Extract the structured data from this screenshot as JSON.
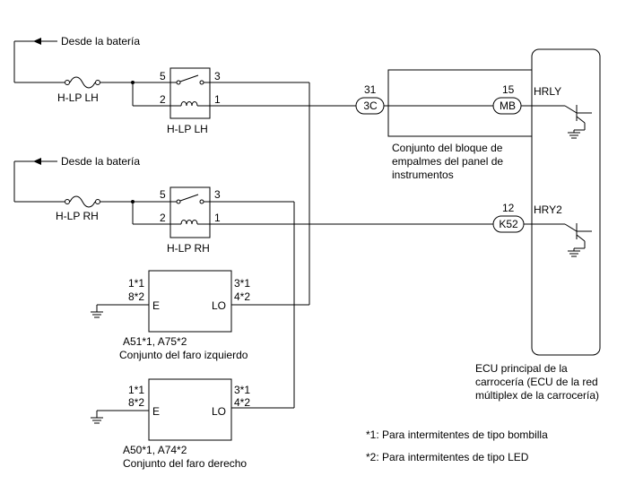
{
  "labels": {
    "from_battery_1": "Desde la batería",
    "from_battery_2": "Desde la batería",
    "fuse_lh": "H-LP LH",
    "fuse_rh": "H-LP RH",
    "relay_lh": "H-LP LH",
    "relay_rh": "H-LP RH",
    "relay_lh_pin5": "5",
    "relay_lh_pin2": "2",
    "relay_lh_pin3": "3",
    "relay_lh_pin1": "1",
    "relay_rh_pin5": "5",
    "relay_rh_pin2": "2",
    "relay_rh_pin3": "3",
    "relay_rh_pin1": "1",
    "conn_31_num": "31",
    "conn_31_name": "3C",
    "conn_15_num": "15",
    "conn_15_name": "MB",
    "conn_12_num": "12",
    "conn_12_name": "K52",
    "hrly": "HRLY",
    "hry2": "HRY2",
    "junction_block": [
      "Conjunto del bloque de",
      "empalmes del panel de",
      "instrumentos"
    ],
    "ecu": [
      "ECU principal de la",
      "carrocería (ECU de la red",
      "múltiplex de la carrocería)"
    ],
    "left_lamp_pin_l1": "1*1",
    "left_lamp_pin_l2": "8*2",
    "left_lamp_pin_r1": "3*1",
    "left_lamp_pin_r2": "4*2",
    "left_lamp_e": "E",
    "left_lamp_lo": "LO",
    "left_lamp_code": "A51*1, A75*2",
    "left_lamp_name": "Conjunto del faro izquierdo",
    "right_lamp_pin_l1": "1*1",
    "right_lamp_pin_l2": "8*2",
    "right_lamp_pin_r1": "3*1",
    "right_lamp_pin_r2": "4*2",
    "right_lamp_e": "E",
    "right_lamp_lo": "LO",
    "right_lamp_code": "A50*1, A74*2",
    "right_lamp_name": "Conjunto del faro derecho",
    "note_1": "*1: Para intermitentes de tipo bombilla",
    "note_2": "*2: Para intermitentes de tipo LED"
  }
}
